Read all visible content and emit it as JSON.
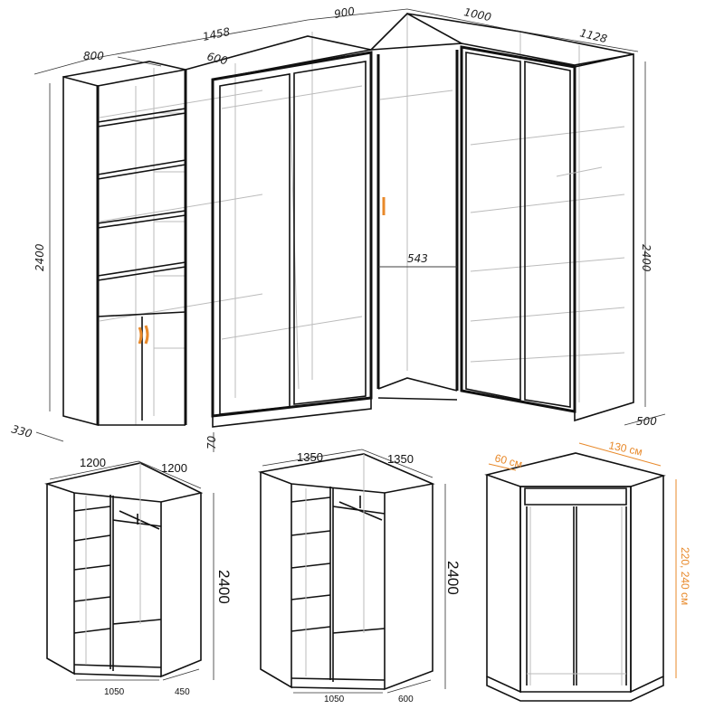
{
  "top_drawing": {
    "dimensions": {
      "width_left": "800",
      "width_slide": "1458",
      "depth_slide": "600",
      "width_corner_a": "900",
      "width_corner_b": "1000",
      "width_right": "1128",
      "height_left": "2400",
      "height_right": "2400",
      "corner_passage": "543",
      "depth_left": "330",
      "plinth": "70",
      "depth_right": "500"
    }
  },
  "corner_1200": {
    "dimensions": {
      "side_a": "1200",
      "side_b": "1200",
      "height": "2400",
      "front": "1050",
      "side_depth": "450"
    }
  },
  "corner_1350": {
    "dimensions": {
      "side_a": "1350",
      "side_b": "1350",
      "height": "2400",
      "front": "1050",
      "side_depth": "600"
    }
  },
  "corner_sliding": {
    "dimensions": {
      "depth": "60 см",
      "width": "130 см",
      "height": "220, 240 см"
    }
  },
  "colors": {
    "accent": "#e8892a",
    "line": "#111111",
    "ghost": "#bbbbbb"
  }
}
